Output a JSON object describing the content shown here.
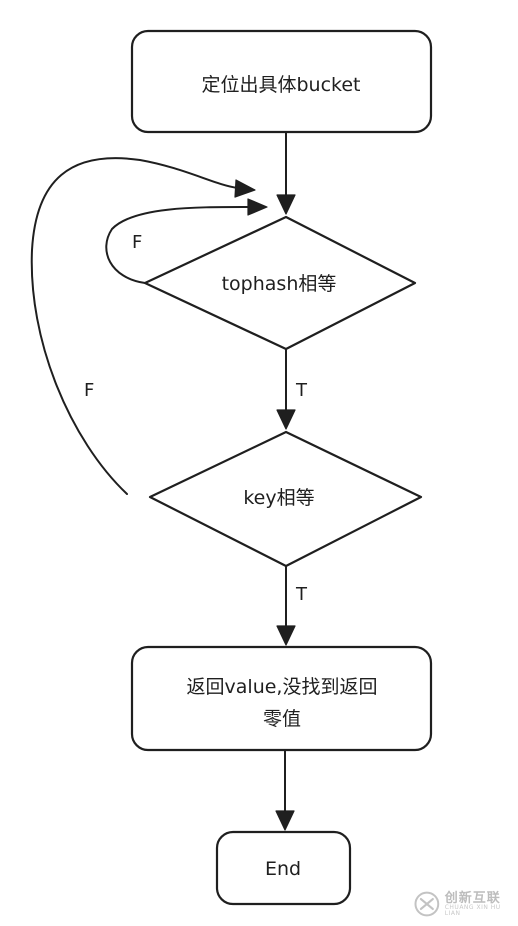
{
  "nodes": {
    "locate_bucket": "定位出具体bucket",
    "tophash_equal": "tophash相等",
    "key_equal": "key相等",
    "return_value_line1": "返回value,没找到返回",
    "return_value_line2": "零值",
    "end": "End"
  },
  "edges": {
    "tophash_true": "T",
    "tophash_false": "F",
    "key_true": "T",
    "key_false": "F"
  },
  "watermark": {
    "brand": "创新互联",
    "sub": "CHUANG XIN HU LIAN"
  },
  "colors": {
    "stroke": "#1f1f1f",
    "background": "#ffffff",
    "watermark": "#c8c8c8"
  }
}
